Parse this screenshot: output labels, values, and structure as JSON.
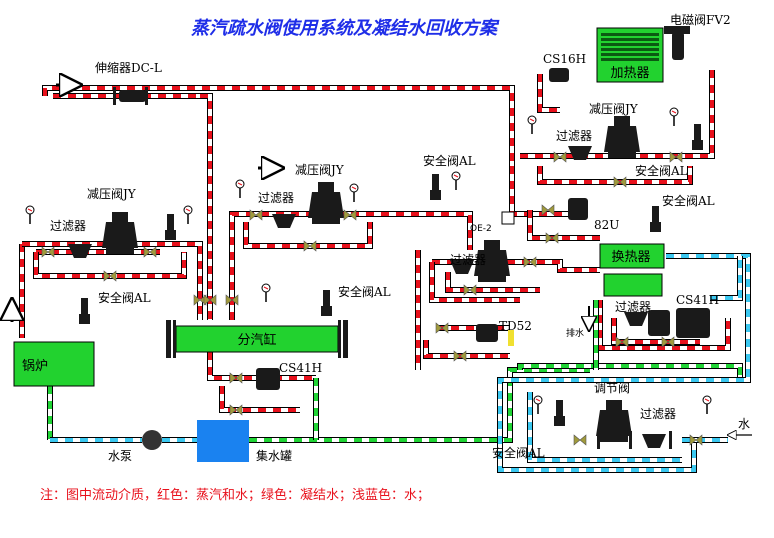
{
  "title": "蒸汽疏水阀使用系统及凝结水回收方案",
  "labels": {
    "expansion_joint": "伸缩器DC-L",
    "solenoid_valve": "电磁阀FV2",
    "cs16h": "CS16H",
    "prv_heater": "减压阀JY",
    "strainer_heater": "过滤器",
    "safety_heater": "安全阀AL",
    "prv_mid": "减压阀JY",
    "strainer_mid": "过滤器",
    "safety_top": "安全阀AL",
    "safety_right": "安全阀AL",
    "oe2": "OE-2",
    "u82": "82U",
    "prv_left": "减压阀JY",
    "strainer_left": "过滤器",
    "safety_left": "安全阀AL",
    "safety_header": "安全阀AL",
    "strainer_td": "过滤器",
    "td52": "TD52",
    "cs41h_bottom": "CS41H",
    "strainer_hx": "过滤器",
    "cs41h_hx": "CS41H",
    "drain": "排水",
    "control_valve": "调节阀",
    "strainer_bottom": "过滤器",
    "safety_bottom": "安全阀AL",
    "pump": "水泵",
    "tank": "集水罐",
    "water_in": "水"
  },
  "equipment": {
    "heater": "加热器",
    "header": "分汽缸",
    "boiler": "锅炉",
    "heat_exchanger": "换热器"
  },
  "note": "注：图中流动介质，红色：蒸汽和水；绿色：凝结水；浅蓝色：水；",
  "colors": {
    "steam": "#e8111c",
    "condensate": "#21d436",
    "water": "#3cc8f0",
    "equipment_green": "#22d22f",
    "tank_blue": "#1a82f0",
    "title_blue": "#1f2ee8",
    "note_red": "#e8111c",
    "valve_dark": "#1a1a1a",
    "fitting_olive": "#a09a3c"
  }
}
